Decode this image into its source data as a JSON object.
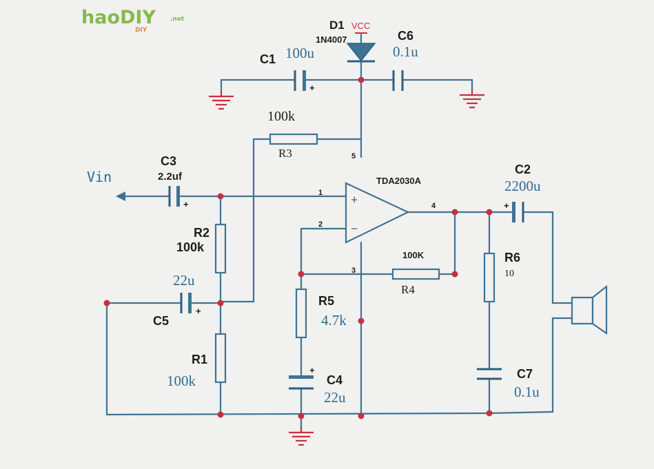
{
  "logo": {
    "main": "haoDIY",
    "net": ".net",
    "sub": "DIY"
  },
  "components": {
    "d1": {
      "ref": "D1",
      "value": "1N4007"
    },
    "vcc": "VCC",
    "c1": {
      "ref": "C1",
      "value": "100u"
    },
    "c6": {
      "ref": "C6",
      "value": "0.1u"
    },
    "r3": {
      "ref": "R3",
      "value": "100k"
    },
    "c3": {
      "ref": "C3",
      "value": "2.2uf"
    },
    "ic": {
      "ref": "TDA2030A",
      "plus": "+",
      "minus": "−"
    },
    "c2": {
      "ref": "C2",
      "value": "2200u"
    },
    "r2": {
      "ref": "R2",
      "value": "100k"
    },
    "r4": {
      "ref": "R4",
      "value": "100K"
    },
    "r6": {
      "ref": "R6",
      "value": "10"
    },
    "c5": {
      "ref": "C5",
      "value": "22u"
    },
    "r5": {
      "ref": "R5",
      "value": "4.7k"
    },
    "r1": {
      "ref": "R1",
      "value": "100k"
    },
    "c4": {
      "ref": "C4",
      "value": "22u"
    },
    "c7": {
      "ref": "C7",
      "value": "0.1u"
    }
  },
  "input": "Vin",
  "pins": {
    "p1": "1",
    "p2": "2",
    "p3": "3",
    "p4": "4",
    "p5": "5"
  },
  "polarity_mark": "+",
  "colors": {
    "wire": "#3f7394",
    "node": "#c2333f",
    "ground": "#c2333f",
    "paper": "#f1f1ef"
  }
}
